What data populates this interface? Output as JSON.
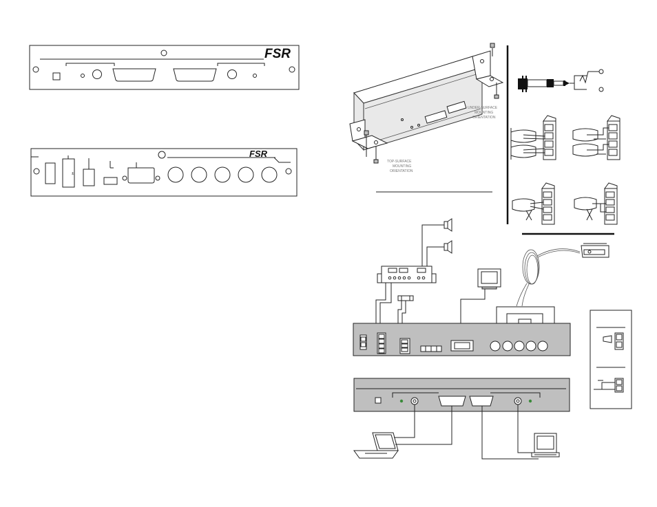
{
  "brand": {
    "logo": "FSR"
  },
  "mounting": {
    "under_surface_line1": "UNDER-SURFACE",
    "under_surface_line2": "MOUNTING",
    "under_surface_line3": "ORIENTATION",
    "top_surface_line1": "TOP-SURFACE",
    "top_surface_line2": "MOUNTING",
    "top_surface_line3": "ORIENTATION"
  },
  "colors": {
    "panel_fill": "#bfbfbf",
    "outline": "#222222",
    "led_green": "#3a8a3a"
  }
}
